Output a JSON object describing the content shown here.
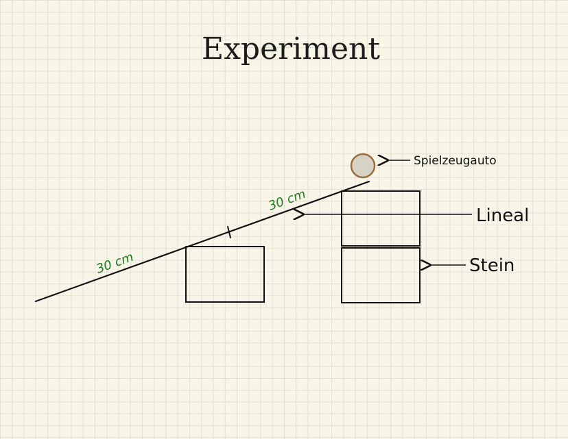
{
  "title": "Experiment",
  "labels": {
    "car": "Spielzeugauto",
    "ruler": "Lineal",
    "stone": "Stein"
  },
  "measurements": {
    "lower_segment": "30 cm",
    "upper_segment": "30 cm"
  },
  "colors": {
    "background": "#f8f5e9",
    "grid": "#e4e1d3",
    "ink": "#111111",
    "measure": "#1f7a1f",
    "car_fill": "#d6d2c4",
    "car_stroke": "#9a6a3a"
  }
}
